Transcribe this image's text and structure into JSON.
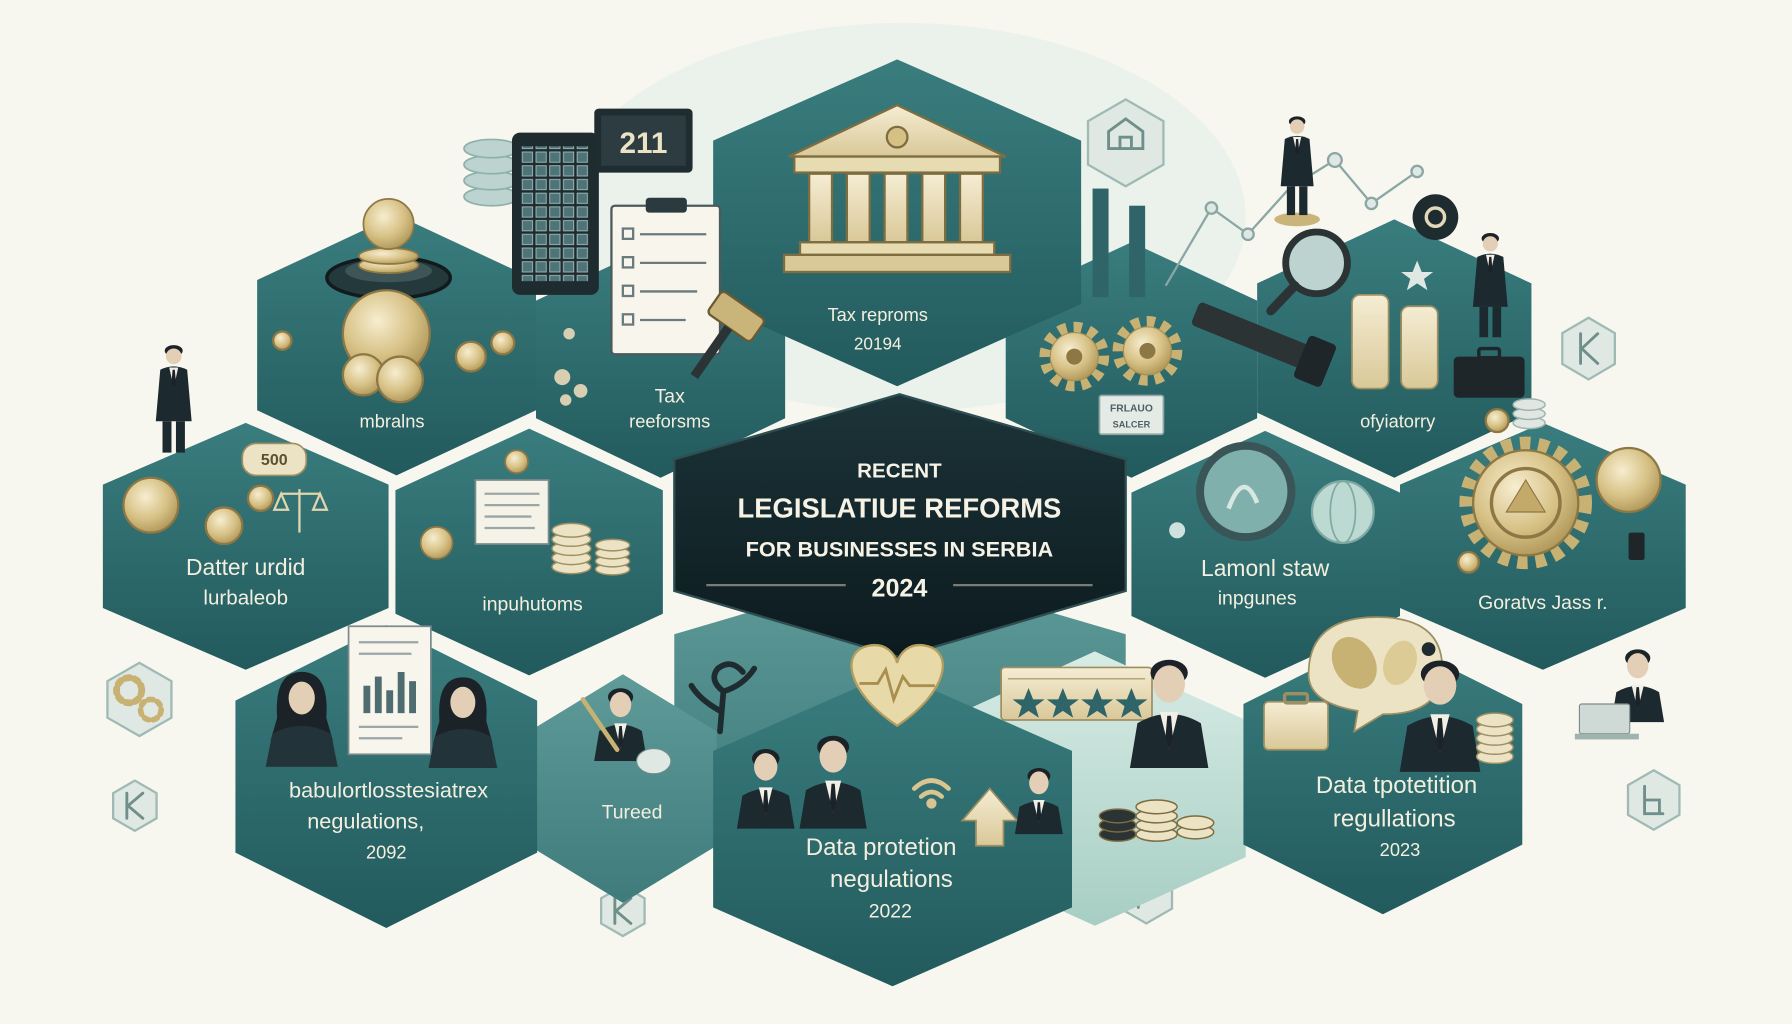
{
  "title": {
    "line1": "RECENT",
    "line2": "LEGISLATIUE REFORMS",
    "line3": "FOR BUSINESSES IN SERBIA",
    "year": "2024"
  },
  "hexes": {
    "tax_top": {
      "line1": "Tax reproms",
      "line2": "20194"
    },
    "mbralns": {
      "line1": "mbralns"
    },
    "tax_left": {
      "line1": "Tax",
      "line2": "reeforsms"
    },
    "ofyiatorry": {
      "line1": "ofyiatorry"
    },
    "datter": {
      "line1": "Datter urdid",
      "line2": "lurbaleob"
    },
    "inpuhutoms": {
      "line1": "inpuhutoms"
    },
    "lamonl": {
      "line1": "Lamonl staw",
      "line2": "inpgunes"
    },
    "goratvs": {
      "line1": "Goratvs Jass r."
    },
    "babulort": {
      "line1": "babulortlosstesiatrex",
      "line2": "negulations,",
      "line3": "2092"
    },
    "tureed": {
      "line1": "Tureed"
    },
    "data_2022": {
      "line1": "Data protetion",
      "line2": "negulations",
      "line3": "2022"
    },
    "data_2023": {
      "line1": "Data tpotetition",
      "line2": "regullations",
      "line3": "2023"
    }
  },
  "signs": {
    "calendar": "211",
    "price_tag": "500",
    "plaque_line1": "FRLAUO",
    "plaque_line2": "SALCER"
  },
  "icons": [
    "courthouse-icon",
    "gear-icon",
    "coin-icon",
    "coin-stack-icon",
    "clipboard-icon",
    "gavel-icon",
    "tablet-icon",
    "calendar-icon",
    "magnifier-icon",
    "globe-icon",
    "heart-pulse-icon",
    "wifi-icon",
    "arrow-icon",
    "briefcase-icon",
    "medal-icon",
    "line-chart-icon",
    "bar-chart-icon",
    "star-rating-icon",
    "speech-bubble-icon",
    "person-icon",
    "laptop-icon"
  ],
  "palette": {
    "background": "#f7f7ef",
    "teal": "#2d6d6f",
    "teal_light": "#4f8b8b",
    "dark": "#12242a",
    "mint": "#bcd9d0",
    "gold": "#d8c58f",
    "label": "#f3efdf"
  }
}
